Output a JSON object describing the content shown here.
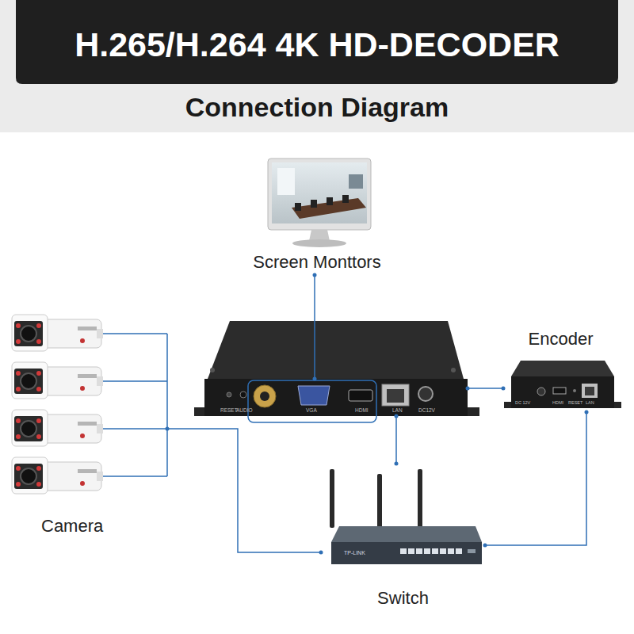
{
  "diagram": {
    "title": "H.265/H.264 4K HD-DECODER",
    "caption": "Connection Diagram",
    "nodes": [
      {
        "text": [
          "Screen Monttors"
        ]
      },
      {
        "text": [
          "RESET",
          "AUDIO",
          "VGA",
          "HDMI",
          "LAN",
          "DC12V"
        ]
      },
      {
        "text": [
          "Encoder"
        ]
      },
      {
        "text": [
          "Camera"
        ]
      },
      {
        "text": [
          "Switch"
        ]
      }
    ],
    "edges": [
      {
        "from": 0,
        "to": 1,
        "arrow": "none"
      },
      {
        "from": 1,
        "to": 4,
        "arrow": "none"
      },
      {
        "from": 3,
        "to": 4,
        "arrow": "none"
      },
      {
        "from": 2,
        "to": 4,
        "arrow": "none"
      },
      {
        "from": 1,
        "to": 2,
        "arrow": "none"
      }
    ],
    "labels": [
      "TP-LINK",
      "DC 12V",
      "HDMI",
      "RESET",
      "LAN"
    ]
  }
}
